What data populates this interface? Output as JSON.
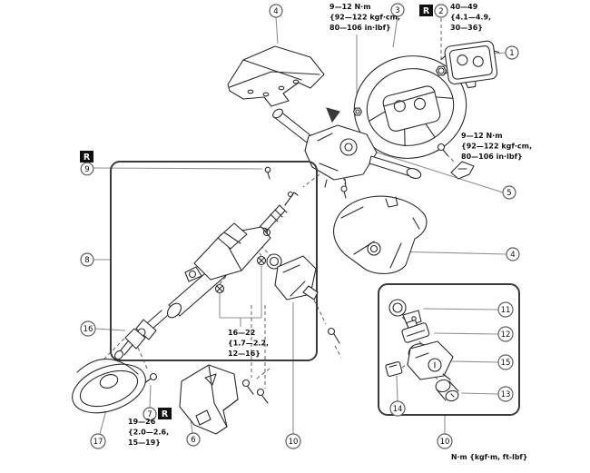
{
  "markers": {
    "replace": "R"
  },
  "callouts": {
    "c1": "1",
    "c2": "2",
    "c3": "3",
    "c4a": "4",
    "c4b": "4",
    "c5": "5",
    "c6": "6",
    "c7": "7",
    "c8": "8",
    "c9": "9",
    "c10a": "10",
    "c10b": "10",
    "c11": "11",
    "c12": "12",
    "c13": "13",
    "c14": "14",
    "c15": "15",
    "c16": "16",
    "c17": "17"
  },
  "torque": {
    "steering_wheel_bolt": {
      "l1": "9—12 N·m",
      "l2": "{92—122 kgf·cm,",
      "l3": "80—106 in·lbf}"
    },
    "airbag_nut": {
      "l1": "40—49",
      "l2": "{4.1—4.9,",
      "l3": "30—36}"
    },
    "tilt_lever_bolt": {
      "l1": "9—12 N·m",
      "l2": "{92—122 kgf·cm,",
      "l3": "80—106 in·lbf}"
    },
    "column_mounting": {
      "l1": "16—22",
      "l2": "{1.7—2.2,",
      "l3": "12—16}"
    },
    "joint_bolt": {
      "l1": "19—26",
      "l2": "{2.0—2.6,",
      "l3": "15—19}"
    }
  },
  "footer": {
    "units": "N·m {kgf·m, ft-lbf}"
  }
}
